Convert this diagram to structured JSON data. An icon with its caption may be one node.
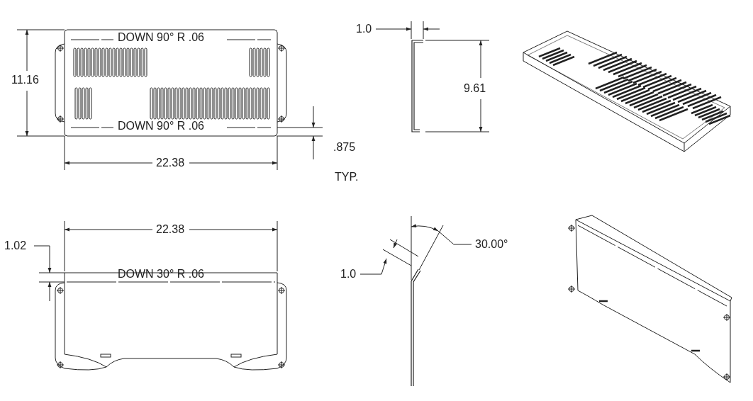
{
  "diagram": {
    "labels": [
      "DOWN 90° R .06",
      "11.16",
      "DOWN 90° R .06",
      ".875",
      "22.38",
      "TYP.",
      "1.0",
      "9.61",
      "22.38",
      "1.02",
      "DOWN 30° R .06",
      "1.0",
      "30.00°"
    ]
  }
}
